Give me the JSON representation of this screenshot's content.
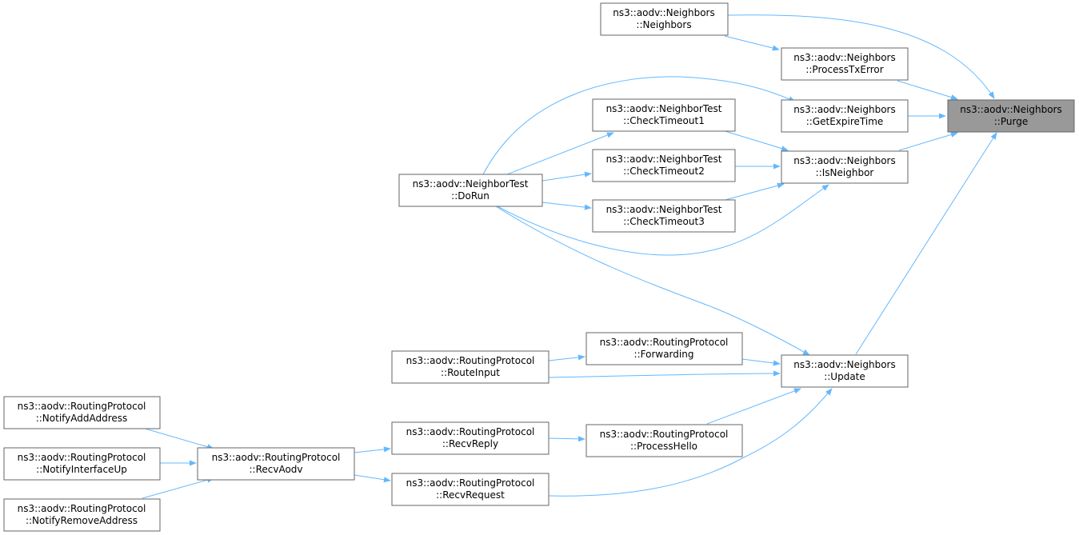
{
  "colors": {
    "edge": "#63b8ff",
    "node_border": "#666666",
    "node_fill": "#ffffff",
    "highlight_fill": "#999999"
  },
  "nodes": {
    "purge": {
      "line1": "ns3::aodv::Neighbors",
      "line2": "::Purge",
      "highlight": true
    },
    "neighbors_ctor": {
      "line1": "ns3::aodv::Neighbors",
      "line2": "::Neighbors"
    },
    "process_tx_error": {
      "line1": "ns3::aodv::Neighbors",
      "line2": "::ProcessTxError"
    },
    "get_expire_time": {
      "line1": "ns3::aodv::Neighbors",
      "line2": "::GetExpireTime"
    },
    "is_neighbor": {
      "line1": "ns3::aodv::Neighbors",
      "line2": "::IsNeighbor"
    },
    "update": {
      "line1": "ns3::aodv::Neighbors",
      "line2": "::Update"
    },
    "check_timeout1": {
      "line1": "ns3::aodv::NeighborTest",
      "line2": "::CheckTimeout1"
    },
    "check_timeout2": {
      "line1": "ns3::aodv::NeighborTest",
      "line2": "::CheckTimeout2"
    },
    "check_timeout3": {
      "line1": "ns3::aodv::NeighborTest",
      "line2": "::CheckTimeout3"
    },
    "do_run": {
      "line1": "ns3::aodv::NeighborTest",
      "line2": "::DoRun"
    },
    "forwarding": {
      "line1": "ns3::aodv::RoutingProtocol",
      "line2": "::Forwarding"
    },
    "route_input": {
      "line1": "ns3::aodv::RoutingProtocol",
      "line2": "::RouteInput"
    },
    "process_hello": {
      "line1": "ns3::aodv::RoutingProtocol",
      "line2": "::ProcessHello"
    },
    "recv_reply": {
      "line1": "ns3::aodv::RoutingProtocol",
      "line2": "::RecvReply"
    },
    "recv_request": {
      "line1": "ns3::aodv::RoutingProtocol",
      "line2": "::RecvRequest"
    },
    "recv_aodv": {
      "line1": "ns3::aodv::RoutingProtocol",
      "line2": "::RecvAodv"
    },
    "notify_add_address": {
      "line1": "ns3::aodv::RoutingProtocol",
      "line2": "::NotifyAddAddress"
    },
    "notify_interface_up": {
      "line1": "ns3::aodv::RoutingProtocol",
      "line2": "::NotifyInterfaceUp"
    },
    "notify_remove_address": {
      "line1": "ns3::aodv::RoutingProtocol",
      "line2": "::NotifyRemoveAddress"
    }
  },
  "edges": [
    {
      "from": "neighbors_ctor",
      "to": "purge"
    },
    {
      "from": "neighbors_ctor",
      "to": "process_tx_error"
    },
    {
      "from": "process_tx_error",
      "to": "purge"
    },
    {
      "from": "get_expire_time",
      "to": "purge"
    },
    {
      "from": "is_neighbor",
      "to": "purge"
    },
    {
      "from": "update",
      "to": "purge"
    },
    {
      "from": "do_run",
      "to": "get_expire_time"
    },
    {
      "from": "do_run",
      "to": "check_timeout1"
    },
    {
      "from": "do_run",
      "to": "check_timeout2"
    },
    {
      "from": "do_run",
      "to": "check_timeout3"
    },
    {
      "from": "do_run",
      "to": "is_neighbor"
    },
    {
      "from": "do_run",
      "to": "update"
    },
    {
      "from": "check_timeout1",
      "to": "is_neighbor"
    },
    {
      "from": "check_timeout2",
      "to": "is_neighbor"
    },
    {
      "from": "check_timeout3",
      "to": "is_neighbor"
    },
    {
      "from": "route_input",
      "to": "forwarding"
    },
    {
      "from": "route_input",
      "to": "update"
    },
    {
      "from": "forwarding",
      "to": "update"
    },
    {
      "from": "process_hello",
      "to": "update"
    },
    {
      "from": "recv_reply",
      "to": "process_hello"
    },
    {
      "from": "recv_request",
      "to": "update"
    },
    {
      "from": "recv_aodv",
      "to": "recv_reply"
    },
    {
      "from": "recv_aodv",
      "to": "recv_request"
    },
    {
      "from": "notify_add_address",
      "to": "recv_aodv"
    },
    {
      "from": "notify_interface_up",
      "to": "recv_aodv"
    },
    {
      "from": "notify_remove_address",
      "to": "recv_aodv"
    }
  ]
}
